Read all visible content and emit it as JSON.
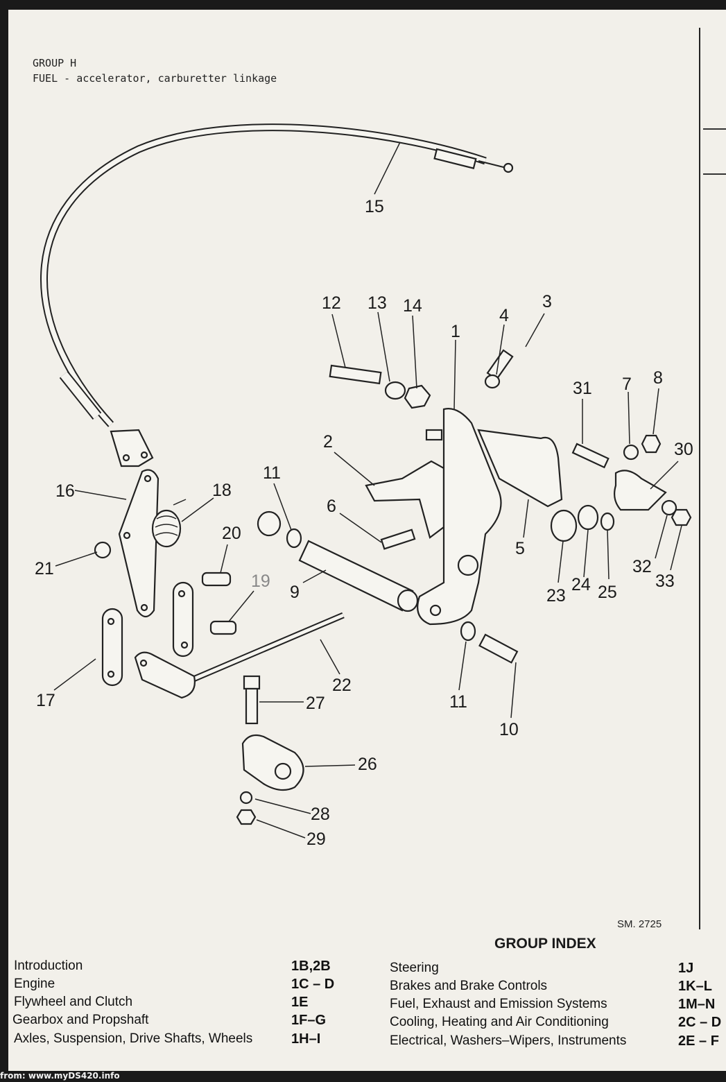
{
  "header": {
    "group": "GROUP H",
    "subtitle": "FUEL - accelerator, carburetter linkage"
  },
  "callouts": [
    {
      "id": "c15",
      "text": "15"
    },
    {
      "id": "c12",
      "text": "12"
    },
    {
      "id": "c13",
      "text": "13"
    },
    {
      "id": "c14",
      "text": "14"
    },
    {
      "id": "c1",
      "text": "1"
    },
    {
      "id": "c4",
      "text": "4"
    },
    {
      "id": "c3",
      "text": "3"
    },
    {
      "id": "c31",
      "text": "31"
    },
    {
      "id": "c7",
      "text": "7"
    },
    {
      "id": "c8",
      "text": "8"
    },
    {
      "id": "c30",
      "text": "30"
    },
    {
      "id": "c2",
      "text": "2"
    },
    {
      "id": "c16",
      "text": "16"
    },
    {
      "id": "c18",
      "text": "18"
    },
    {
      "id": "c11a",
      "text": "11"
    },
    {
      "id": "c6",
      "text": "6"
    },
    {
      "id": "c20",
      "text": "20"
    },
    {
      "id": "c21",
      "text": "21"
    },
    {
      "id": "c19",
      "text": "19"
    },
    {
      "id": "c9",
      "text": "9"
    },
    {
      "id": "c5",
      "text": "5"
    },
    {
      "id": "c32",
      "text": "32"
    },
    {
      "id": "c33",
      "text": "33"
    },
    {
      "id": "c23",
      "text": "23"
    },
    {
      "id": "c24",
      "text": "24"
    },
    {
      "id": "c25",
      "text": "25"
    },
    {
      "id": "c22",
      "text": "22"
    },
    {
      "id": "c17",
      "text": "17"
    },
    {
      "id": "c27",
      "text": "27"
    },
    {
      "id": "c11b",
      "text": "11"
    },
    {
      "id": "c10",
      "text": "10"
    },
    {
      "id": "c26",
      "text": "26"
    },
    {
      "id": "c28",
      "text": "28"
    },
    {
      "id": "c29",
      "text": "29"
    }
  ],
  "drawing_ref": "SM. 2725",
  "group_index": {
    "title": "GROUP INDEX",
    "left": [
      {
        "label": "Introduction",
        "ref": "1B,2B"
      },
      {
        "label": "Engine",
        "ref": "1C – D"
      },
      {
        "label": "Flywheel and Clutch",
        "ref": "1E"
      },
      {
        "label": "Gearbox and Propshaft",
        "ref": "1F–G"
      },
      {
        "label": "Axles, Suspension, Drive Shafts, Wheels",
        "ref": "1H–I"
      }
    ],
    "right": [
      {
        "label": "Steering",
        "ref": "1J"
      },
      {
        "label": "Brakes and Brake Controls",
        "ref": "1K–L"
      },
      {
        "label": "Fuel, Exhaust and Emission Systems",
        "ref": "1M–N"
      },
      {
        "label": "Cooling, Heating and Air Conditioning",
        "ref": "2C – D"
      },
      {
        "label": "Electrical, Washers–Wipers, Instruments",
        "ref": "2E – F"
      }
    ]
  },
  "footer": "from: www.myDS420.info"
}
